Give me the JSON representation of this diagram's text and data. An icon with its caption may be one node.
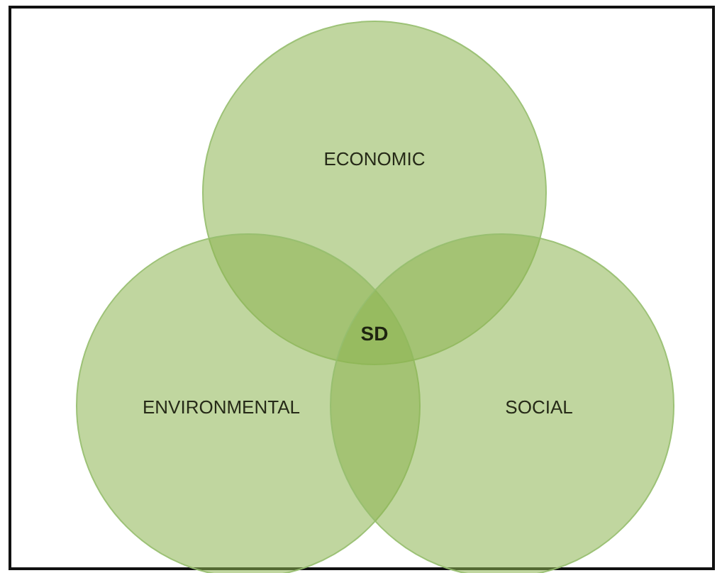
{
  "diagram": {
    "nodes": [
      {
        "text": [
          "ECONOMIC"
        ]
      },
      {
        "text": [
          "ENVIRONMENTAL"
        ]
      },
      {
        "text": [
          "SOCIAL"
        ]
      }
    ],
    "labels": [
      "SD"
    ]
  }
}
